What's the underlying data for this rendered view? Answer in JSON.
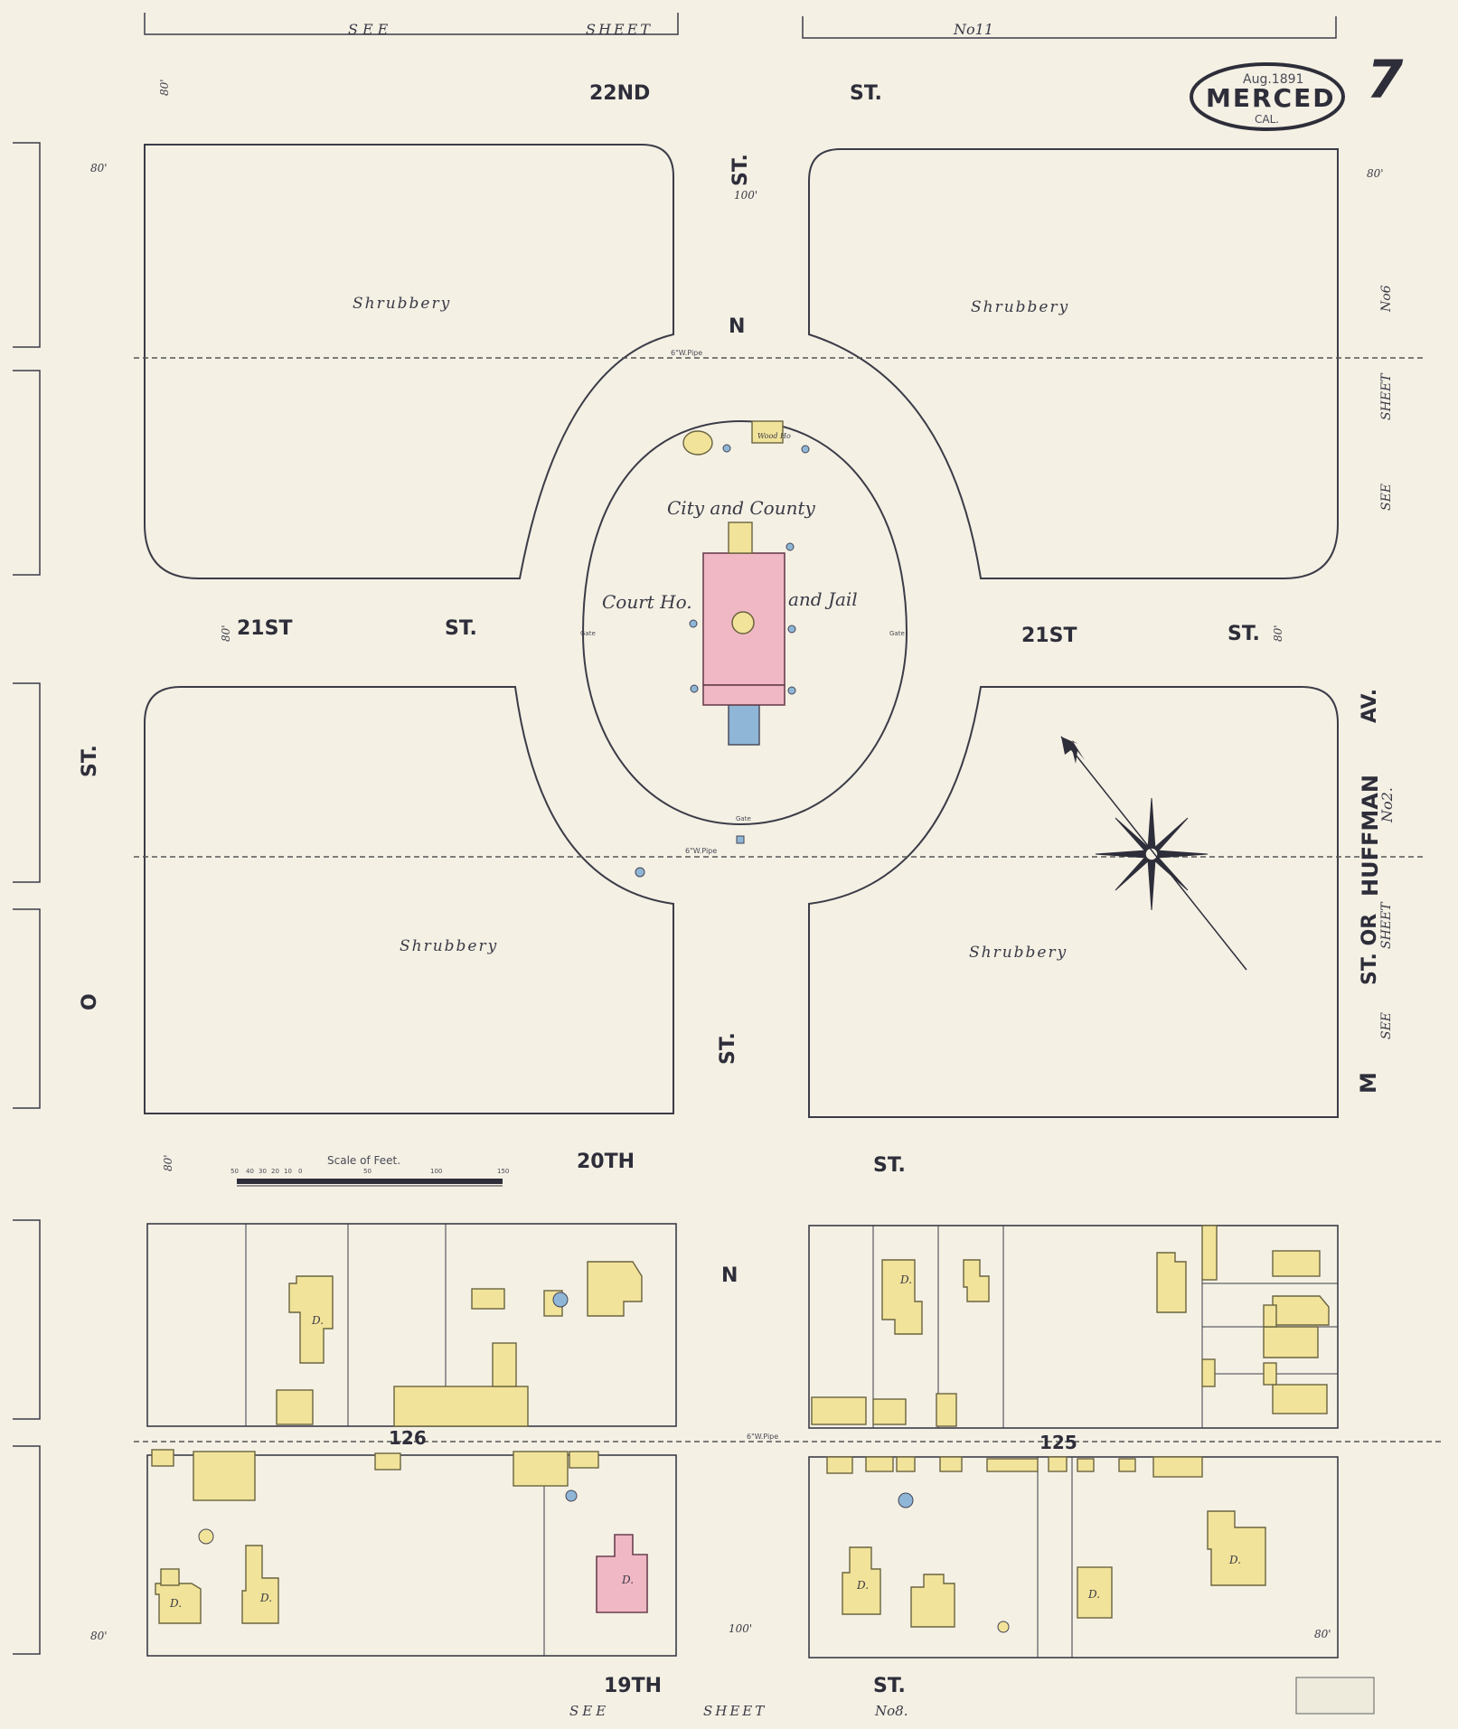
{
  "header": {
    "see_sheet_top_left": "SEE",
    "see_sheet_top_mid": "SHEET",
    "see_sheet_top_no": "No11",
    "date": "Aug.1891",
    "city": "MERCED",
    "state": "CAL.",
    "sheet_number": "7"
  },
  "streets": {
    "st_22nd_a": "22ND",
    "st_22nd_b": "ST.",
    "st_21st_left_a": "21ST",
    "st_21st_left_b": "ST.",
    "st_21st_right_a": "21ST",
    "st_21st_right_b": "ST.",
    "st_20th_a": "20TH",
    "st_20th_b": "ST.",
    "st_19th_a": "19TH",
    "st_19th_b": "ST.",
    "n_st_top_a": "ST.",
    "n_st_top_b": "N",
    "n_st_mid_a": "ST.",
    "n_st_bottom": "N",
    "o_st_a": "ST.",
    "o_st_b": "O",
    "m_st": "M",
    "m_st_b": "ST. OR",
    "huffman": "HUFFMAN",
    "huffman_av": "AV."
  },
  "labels": {
    "shrubbery_nw": "Shrubbery",
    "shrubbery_ne": "Shrubbery",
    "shrubbery_sw": "Shrubbery",
    "shrubbery_se": "Shrubbery",
    "court_line1": "City and County",
    "court_line2a": "Court Ho.",
    "court_line2b": "and Jail",
    "pipe_top": "6\"W.Pipe",
    "pipe_bottom": "6\"W.Pipe",
    "pipe_lower": "6\"W.Pipe",
    "wood_house": "Wood Ho",
    "gate_left": "Gate",
    "gate_right": "Gate",
    "gate_bottom": "Gate",
    "block_126": "126",
    "block_125": "125"
  },
  "scale": {
    "title": "Scale of Feet.",
    "ticks": [
      "50",
      "40",
      "30",
      "20",
      "10",
      "0",
      "50",
      "100",
      "150"
    ]
  },
  "dimensions": {
    "w80_1": "80'",
    "w80_2": "80'",
    "w100": "100'",
    "w80_3": "80'",
    "w80_4": "80'",
    "w80_5": "80'",
    "w80_6": "80'",
    "w100_b": "100'",
    "w80_7": "80'",
    "w80_8": "80'"
  },
  "right_margin": {
    "see": "SEE",
    "sheet": "SHEET",
    "no6": "No6",
    "see2": "SEE",
    "sheet2": "SHEET",
    "no2": "No2."
  },
  "footer": {
    "see": "SEE",
    "sheet": "SHEET",
    "no8": "No8."
  },
  "building_codes": {
    "d": "D.",
    "dwelling_label": "D"
  }
}
